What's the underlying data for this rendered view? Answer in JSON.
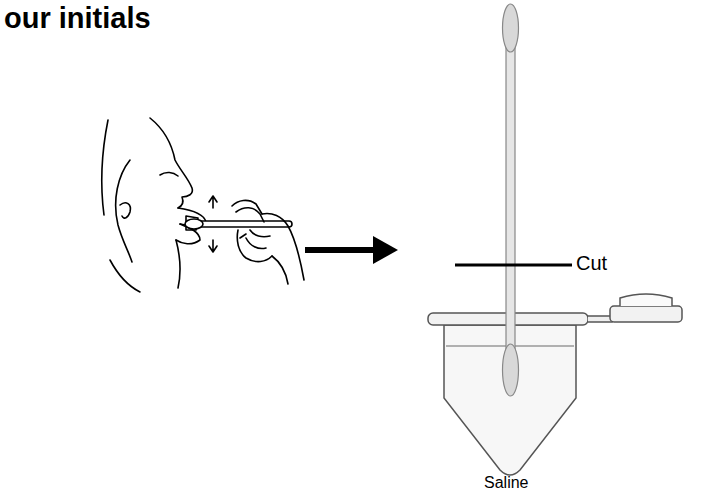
{
  "diagram": {
    "title": "our initials",
    "labels": [
      "Cut",
      "Saline"
    ]
  }
}
